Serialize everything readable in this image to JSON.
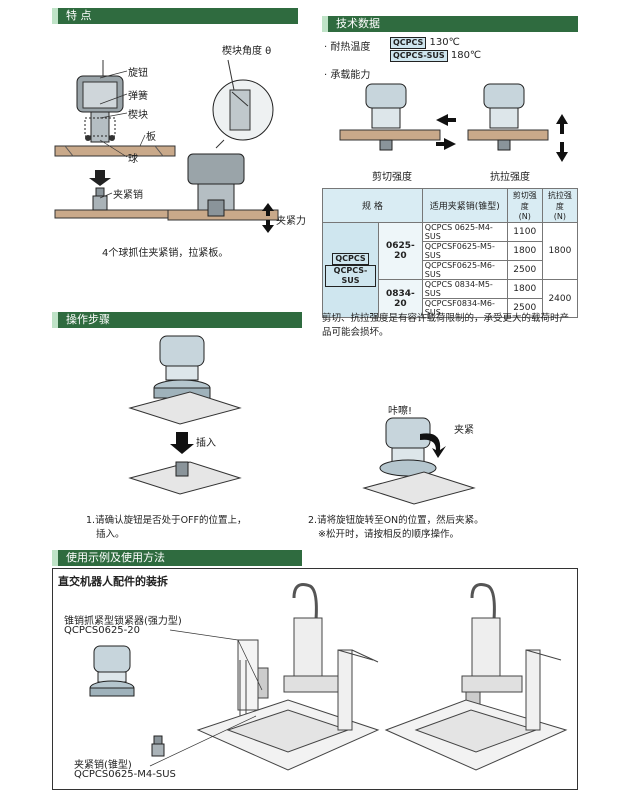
{
  "features": {
    "header": "特    点",
    "labels": {
      "knob": "旋钮",
      "spring": "弹簧",
      "wedge": "楔块",
      "plate": "板",
      "ball": "球",
      "pin": "夹紧销",
      "angle": "楔块角度 θ",
      "clamp_force": "夹紧力"
    },
    "caption": "4个球抓住夹紧销，拉紧板。"
  },
  "tech": {
    "header": "技术数据",
    "temp_label": "· 耐热温度",
    "temp_rows": [
      {
        "tag": "QCPCS",
        "value": "130℃"
      },
      {
        "tag": "QCPCS-SUS",
        "value": "180℃"
      }
    ],
    "load_label": "· 承载能力",
    "shear_label": "剪切强度",
    "tensile_label": "抗拉强度",
    "table": {
      "headers": [
        "规    格",
        "适用夹紧销(锥型)",
        "剪切强度\n(N)",
        "抗拉强度\n(N)"
      ],
      "spec_tags": [
        "QCPCS",
        "QCPCS-SUS"
      ],
      "groups": [
        {
          "size": "0625-20",
          "tensile": "1800",
          "rows": [
            {
              "model": "QCPCS  0625-M4-SUS",
              "shear": "1100"
            },
            {
              "model": "QCPCSF0625-M5-SUS",
              "shear": "1800"
            },
            {
              "model": "QCPCSF0625-M6-SUS",
              "shear": "2500"
            }
          ]
        },
        {
          "size": "0834-20",
          "tensile": "2400",
          "rows": [
            {
              "model": "QCPCS  0834-M5-SUS",
              "shear": "1800"
            },
            {
              "model": "QCPCSF0834-M6-SUS",
              "shear": "2500"
            }
          ]
        }
      ]
    },
    "note": "剪切、抗拉强度是有容许载荷限制的，承受更大的载荷时产品可能会损坏。"
  },
  "steps": {
    "header": "操作步骤",
    "insert": "插入",
    "click": "咔嚓!",
    "clamp": "夹紧",
    "step1": [
      "1.请确认旋钮是否处于OFF的位置上，",
      "插入。"
    ],
    "step2": [
      "2.请将旋钮旋转至ON的位置，然后夹紧。",
      "※松开时，请按相反的顺序操作。"
    ]
  },
  "usage": {
    "header": "使用示例及使用方法",
    "title": "直交机器人配件的装拆",
    "product_name": "锥销抓紧型锁紧器(强力型)",
    "product_code": "QCPCS0625-20",
    "pin_name": "夹紧销(锥型)",
    "pin_code": "QCPCS0625-M4-SUS"
  }
}
